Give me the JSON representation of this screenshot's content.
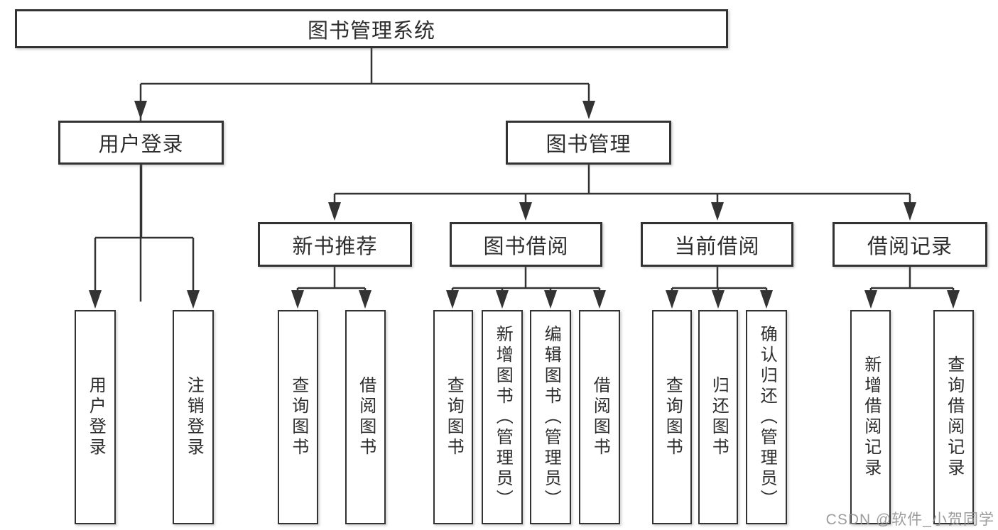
{
  "diagram": {
    "type": "tree",
    "root": {
      "label": "图书管理系统"
    },
    "level2": [
      {
        "id": "user-login",
        "label": "用户登录",
        "parent": "root"
      },
      {
        "id": "book-management",
        "label": "图书管理",
        "parent": "root"
      }
    ],
    "level3": [
      {
        "id": "new-book-recommend",
        "label": "新书推荐",
        "parent": "book-management"
      },
      {
        "id": "book-borrowing",
        "label": "图书借阅",
        "parent": "book-management"
      },
      {
        "id": "current-borrowing",
        "label": "当前借阅",
        "parent": "book-management"
      },
      {
        "id": "borrow-records",
        "label": "借阅记录",
        "parent": "book-management"
      }
    ],
    "leaves": [
      {
        "label": "用户登录",
        "parent": "user-login"
      },
      {
        "label": "注销登录",
        "parent": "user-login"
      },
      {
        "label": "查询图书",
        "parent": "new-book-recommend"
      },
      {
        "label": "借阅图书",
        "parent": "new-book-recommend"
      },
      {
        "label": "查询图书",
        "parent": "book-borrowing"
      },
      {
        "label": "新增图书（管理员）",
        "parent": "book-borrowing"
      },
      {
        "label": "编辑图书（管理员）",
        "parent": "book-borrowing"
      },
      {
        "label": "借阅图书",
        "parent": "book-borrowing"
      },
      {
        "label": "查询图书",
        "parent": "current-borrowing"
      },
      {
        "label": "归还图书",
        "parent": "current-borrowing"
      },
      {
        "label": "确认归还（管理员）",
        "parent": "current-borrowing"
      },
      {
        "label": "新增借阅记录",
        "parent": "borrow-records"
      },
      {
        "label": "查询借阅记录",
        "parent": "borrow-records"
      }
    ]
  },
  "watermark": "CSDN @软件_小贺同学",
  "colors": {
    "line": "#333333",
    "box_border": "#333333",
    "text": "#2d2d2d",
    "watermark": "#919191",
    "background": "#ffffff"
  }
}
